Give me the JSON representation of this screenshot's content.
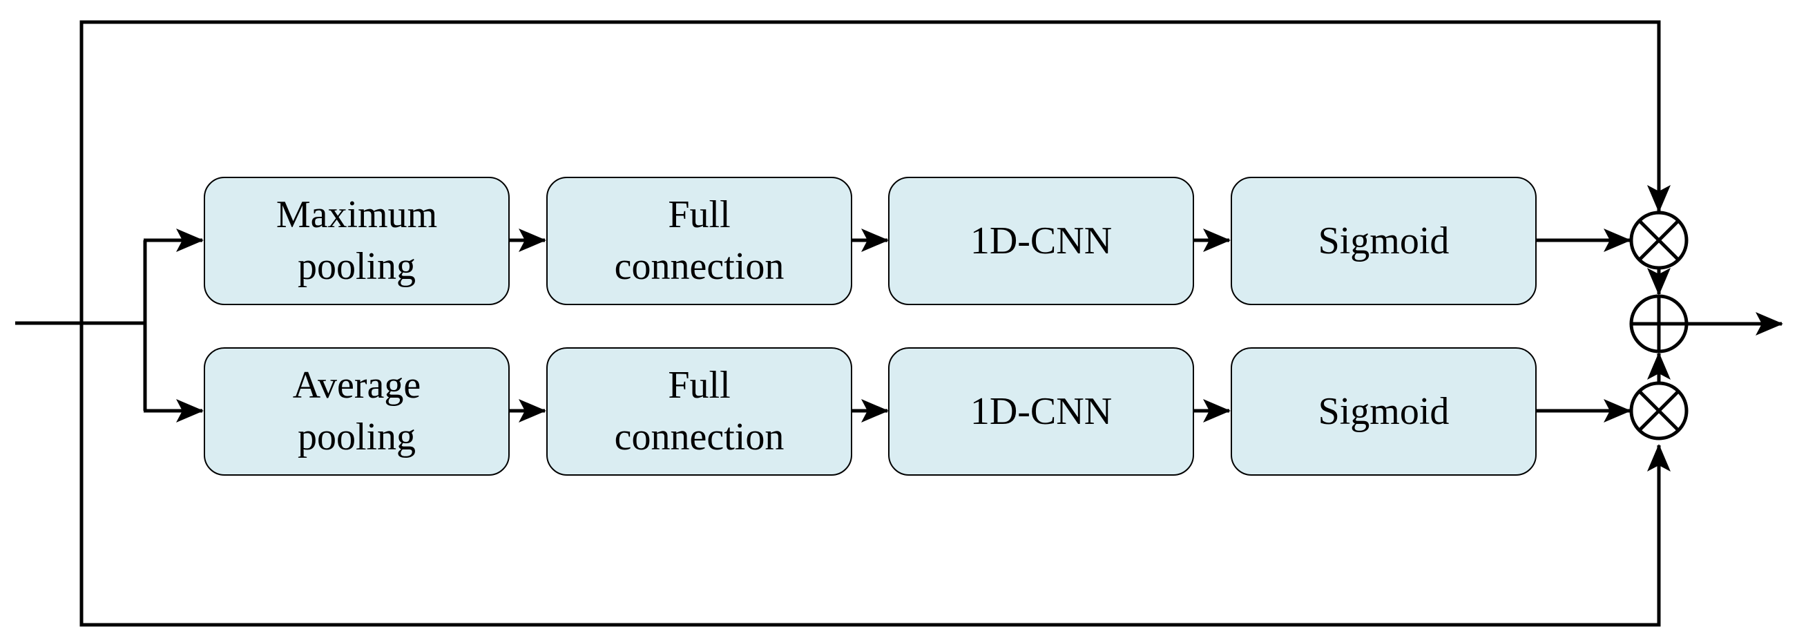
{
  "colors": {
    "block_fill": "#daedf2",
    "stroke": "#000000",
    "background": "#ffffff"
  },
  "top_branch": {
    "pooling": {
      "line1": "Maximum",
      "line2": "pooling"
    },
    "full_connection": {
      "line1": "Full",
      "line2": "connection"
    },
    "cnn": {
      "label": "1D-CNN"
    },
    "activation": {
      "label": "Sigmoid"
    }
  },
  "bottom_branch": {
    "pooling": {
      "line1": "Average",
      "line2": "pooling"
    },
    "full_connection": {
      "line1": "Full",
      "line2": "connection"
    },
    "cnn": {
      "label": "1D-CNN"
    },
    "activation": {
      "label": "Sigmoid"
    }
  },
  "operators": {
    "multiply_top": "multiply-operator",
    "add": "add-operator",
    "multiply_bottom": "multiply-operator"
  }
}
